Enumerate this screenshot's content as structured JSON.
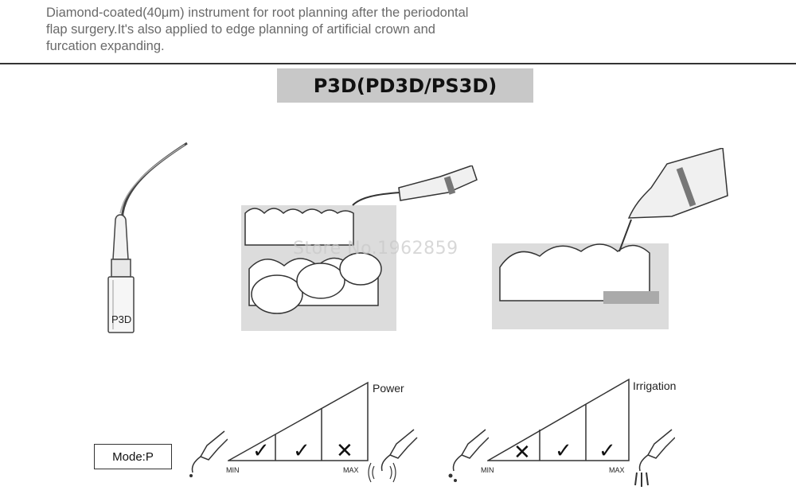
{
  "description": {
    "line1": "Diamond-coated(40μm) instrument for root planning after the periodontal",
    "line2": "flap surgery.It's also applied to edge planning of artificial crown and",
    "line3": "furcation expanding."
  },
  "title": "P3D(PD3D/PS3D)",
  "tip_label": "P3D",
  "watermark": "Store No.1962859",
  "power_chart": {
    "label": "Power",
    "min_label": "MIN",
    "max_label": "MAX",
    "marks": [
      "✓",
      "✓",
      "✕"
    ]
  },
  "irrigation_chart": {
    "label": "Irrigation",
    "min_label": "MIN",
    "max_label": "MAX",
    "marks": [
      "✕",
      "✓",
      "✓"
    ]
  },
  "mode": "Mode:P"
}
